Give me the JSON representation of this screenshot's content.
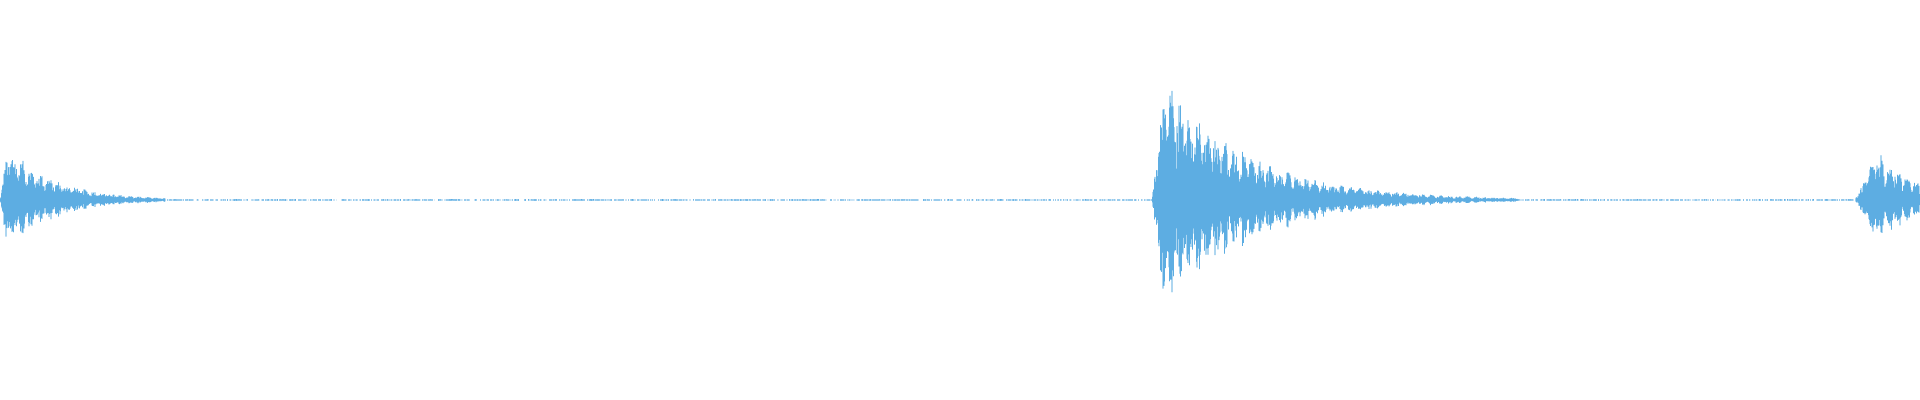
{
  "waveform": {
    "color": "#5dade2",
    "background": "#ffffff",
    "duration_fraction_scale": 1,
    "bursts": [
      {
        "start": 0.0,
        "peak": 0.004,
        "end": 0.3,
        "amplitude": 0.32,
        "decay": 0.025
      },
      {
        "start": 0.6,
        "peak": 0.606,
        "end": 0.96,
        "amplitude": 0.72,
        "decay": 0.045
      },
      {
        "start": 0.966,
        "peak": 0.978,
        "end": 1.0,
        "amplitude": 0.3,
        "decay": 0.02
      }
    ],
    "noise_floor": 0.006
  }
}
